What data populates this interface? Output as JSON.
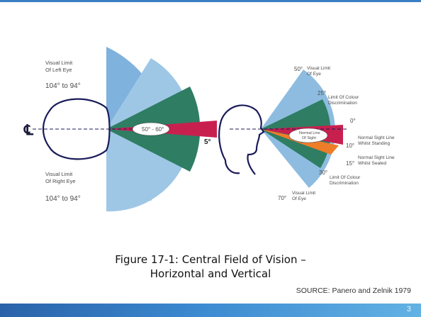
{
  "left_view": {
    "upper_label_line1": "Visual Limit",
    "upper_label_line2": "Of Left Eye",
    "upper_range": "104° to 94°",
    "lower_label_line1": "Visual Limit",
    "lower_label_line2": "Of Right Eye",
    "lower_range": "104° to 94°",
    "centerline_symbol": "℄",
    "binocular_range": "50° - 60°",
    "beam_angle": "5°"
  },
  "right_view": {
    "angle_50": "50°",
    "label_50_line1": "Visual Limit",
    "label_50_line2": "Of Eye",
    "angle_25": "25°",
    "label_25_line1": "Limit Of Colour",
    "label_25_line2": "Discrimination",
    "angle_0": "0°",
    "normal_line_1": "Normal Line",
    "normal_line_2": "Of Sight",
    "angle_10": "10°",
    "label_10_line1": "Normal Sight Line",
    "label_10_line2": "Whilst Standing",
    "angle_15": "15°",
    "label_15_line1": "Normal Sight Line",
    "label_15_line2": "Whilst Seated",
    "angle_30": "30°",
    "label_30_line1": "Limit Of Colour",
    "label_30_line2": "Discrimination",
    "angle_70": "70°",
    "label_70_line1": "Visual Limit",
    "label_70_line2": "Of Eye"
  },
  "caption": {
    "line1": "Figure 17-1: Central Field of Vision –",
    "line2": "Horizontal and Vertical"
  },
  "source": "SOURCE: Panero and Zelnik 1979",
  "page_number": "3",
  "colors": {
    "light_blue": "#7fb2dc",
    "green": "#2f7d63",
    "magenta": "#c8204e",
    "orange": "#ee7d2a",
    "footer_blue": "#2f72b8"
  }
}
